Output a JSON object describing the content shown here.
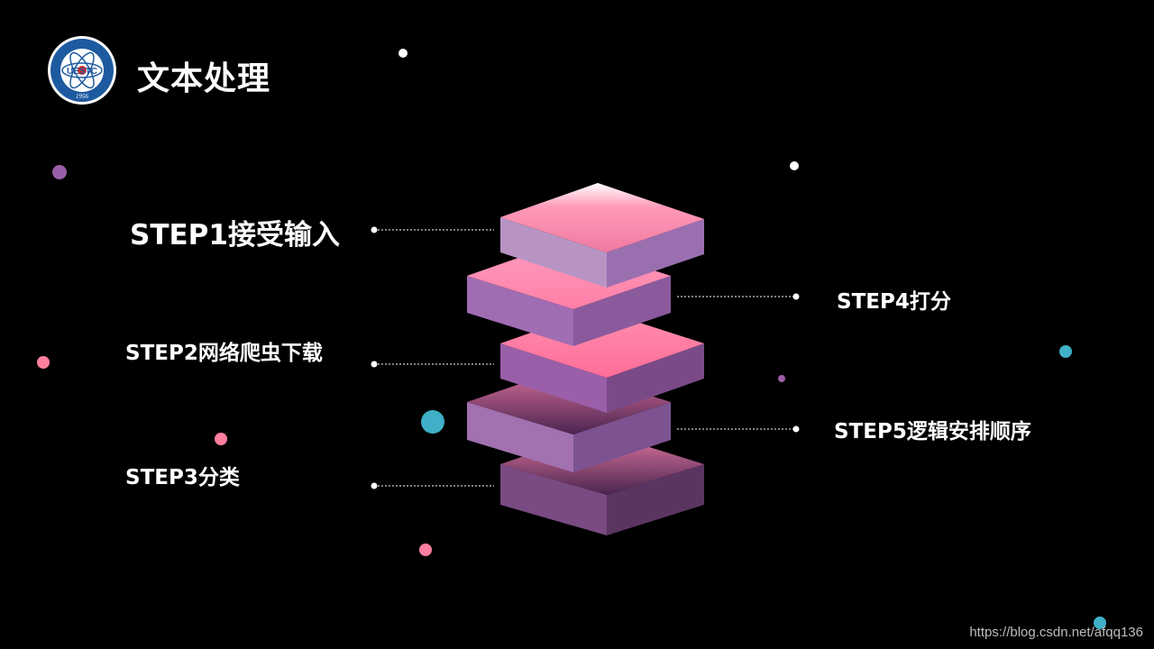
{
  "header": {
    "title": "文本处理",
    "logo": {
      "icon": "uestc-logo-icon",
      "text": "UESTC",
      "year": "1956"
    }
  },
  "steps": {
    "step1": "STEP1接受输入",
    "step2": "STEP2网络爬虫下载",
    "step3": "STEP3分类",
    "step4": "STEP4打分",
    "step5": "STEP5逻辑安排顺序"
  },
  "watermark": "https://blog.csdn.net/afqq136",
  "colors": {
    "background": "#000000",
    "slab_pink": "#ff7fa6",
    "slab_purple": "#9a5fa8",
    "accent_teal": "#3fb0c8"
  }
}
